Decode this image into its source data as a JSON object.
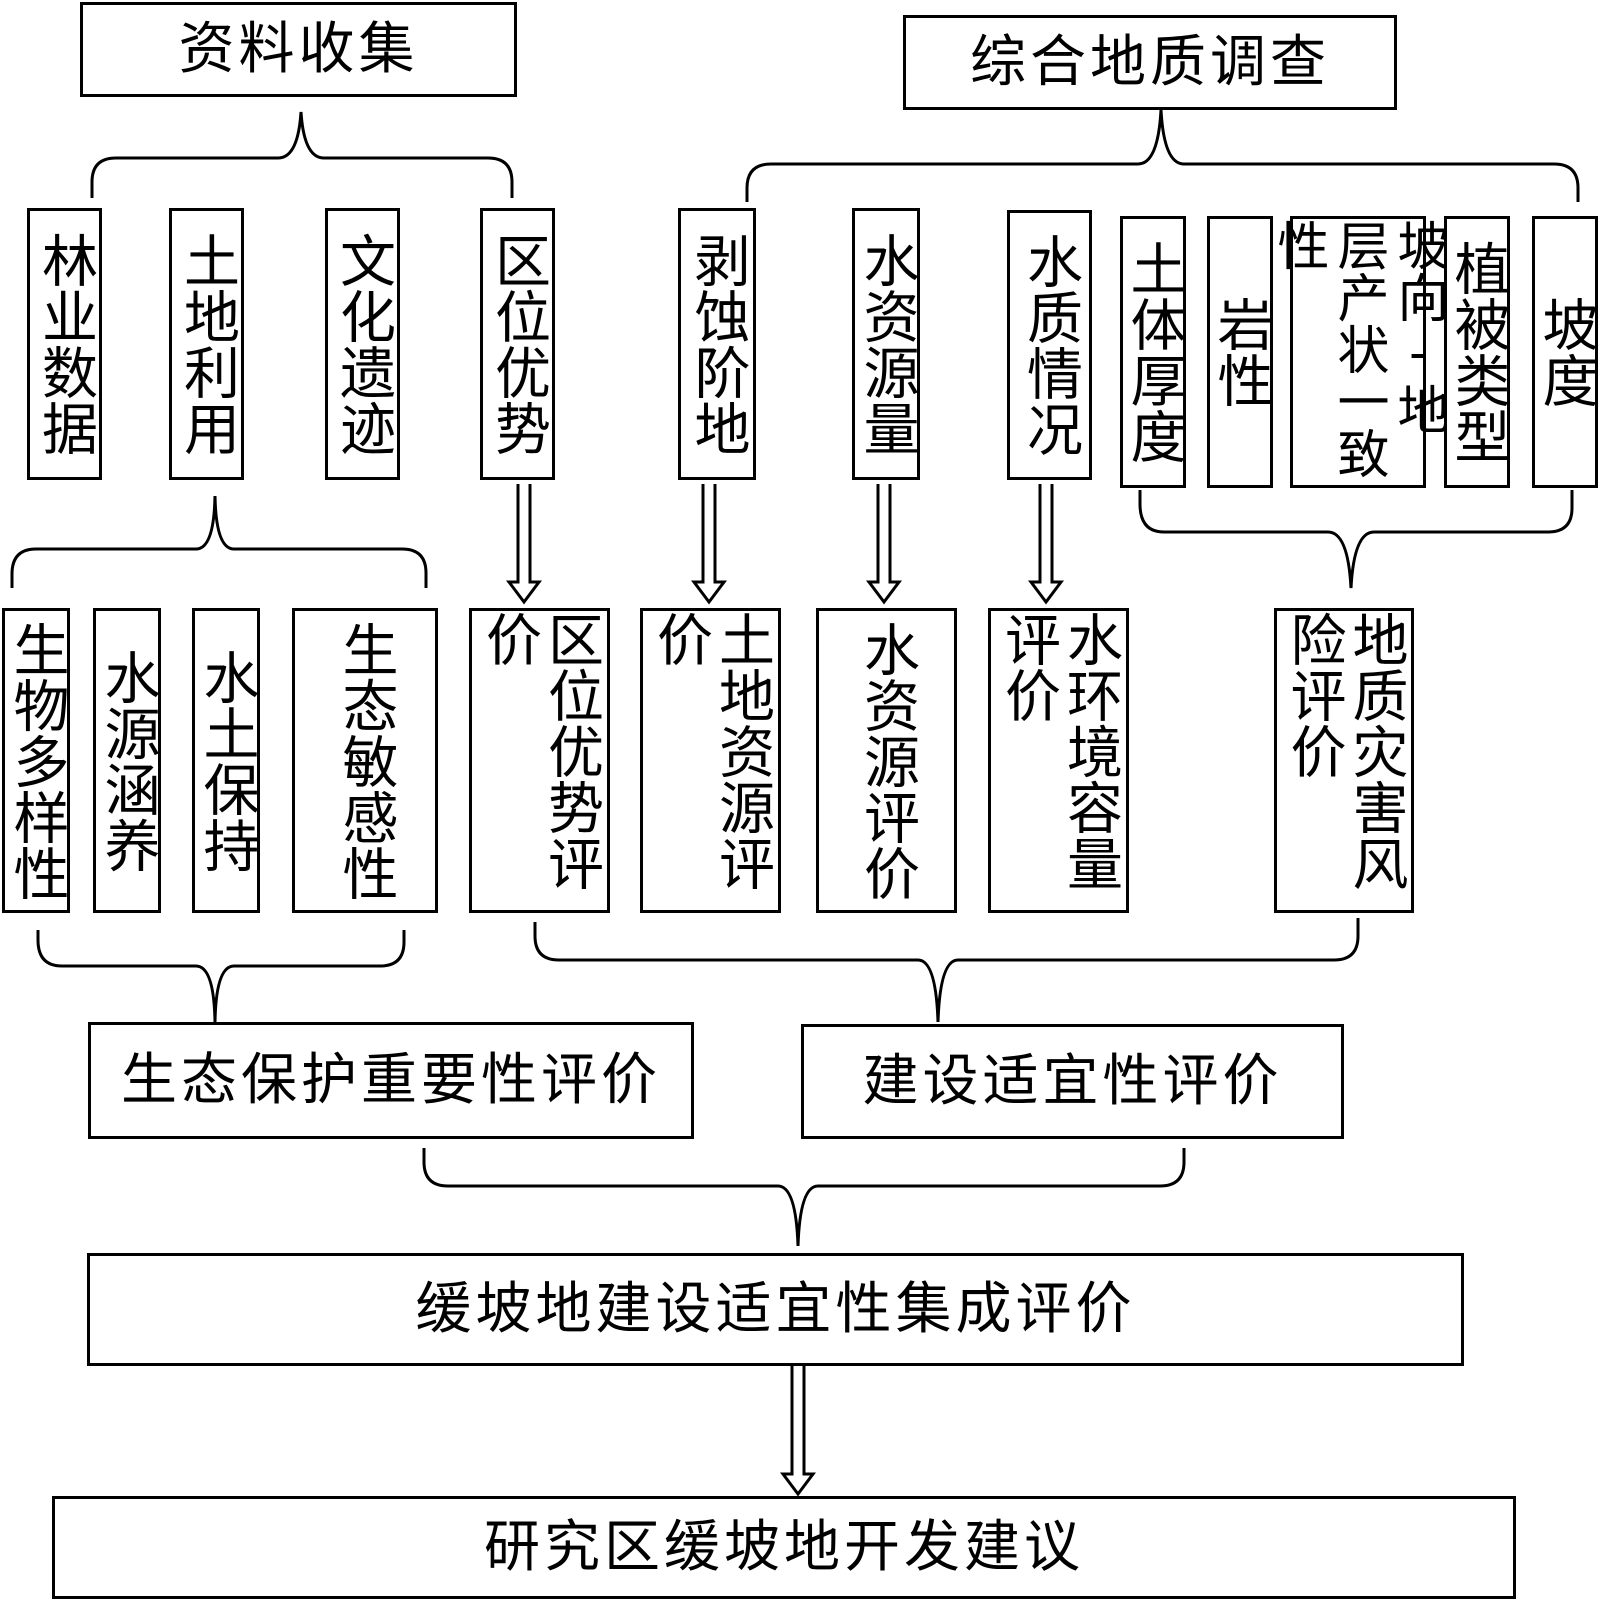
{
  "top": {
    "data_collection": "资料收集",
    "geo_survey": "综合地质调查"
  },
  "data_items": {
    "forestry": "林业数据",
    "land_use": "土地利用",
    "culture": "文化遗迹",
    "location": "区位优势"
  },
  "geo_items": {
    "erosion": "剥蚀阶地",
    "water_amount": "水资源量",
    "water_quality": "水质情况",
    "soil": "土体厚度",
    "lithology": "岩性",
    "slope_dir": "坡向-地层产状一致性",
    "vegetation": "植被类型",
    "slope": "坡度"
  },
  "eco_items": {
    "biodiversity": "生物多样性",
    "water_conservation": "水源涵养",
    "soil_conservation": "水土保持",
    "eco_sensitivity": "生态敏感性"
  },
  "eval_items": {
    "location_eval": "区位优势评价",
    "land_eval": "土地资源评价",
    "water_eval": "水资源评价",
    "env_eval": "水环境容量评价",
    "hazard_eval": "地质灾害风险评价"
  },
  "mid": {
    "eco_importance": "生态保护重要性评价",
    "construction": "建设适宜性评价"
  },
  "integrated": "缓坡地建设适宜性集成评价",
  "final": "研究区缓坡地开发建议"
}
